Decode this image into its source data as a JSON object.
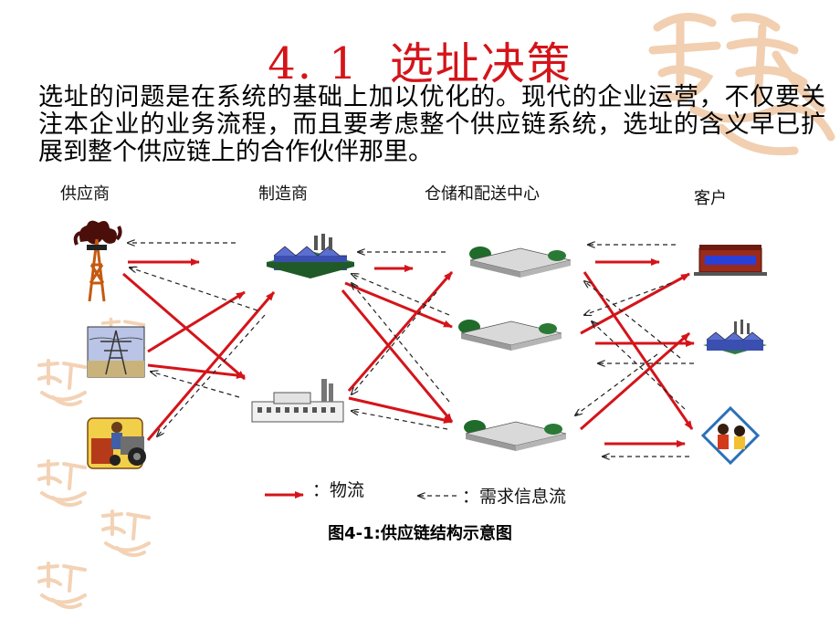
{
  "title": {
    "number": "4. 1",
    "text": "选址决策"
  },
  "paragraph": "选址的问题是在系统的基础上加以优化的。现代的企业运营，不仅要关注本企业的业务流程，而且要考虑整个供应链系统，选址的含义早已扩展到整个供应链上的合作伙伴那里。",
  "columns": {
    "supplier": "供应商",
    "manufacturer": "制造商",
    "warehouse": "仓储和配送中心",
    "customer": "客户"
  },
  "legend": {
    "material_flow": "：物流",
    "info_flow": "：需求信息流"
  },
  "caption": "图4-1:供应链结构示意图",
  "colors": {
    "accent": "#d4141a",
    "arrow": "#d4141a",
    "dashed": "#222222",
    "watermark": "#f3d2b5"
  }
}
